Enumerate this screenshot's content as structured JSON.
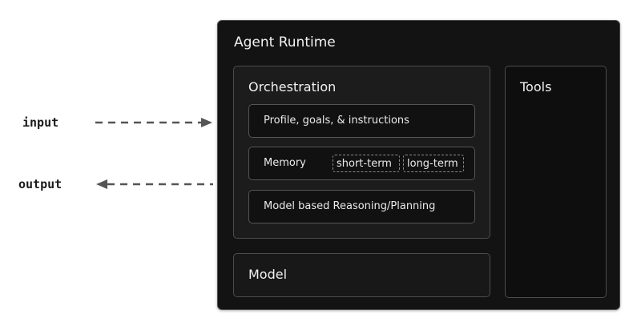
{
  "io": {
    "input_label": "input",
    "output_label": "output"
  },
  "runtime": {
    "title": "Agent Runtime",
    "orchestration": {
      "title": "Orchestration",
      "profile_label": "Profile, goals, & instructions",
      "memory": {
        "label": "Memory",
        "short_term": "short-term",
        "long_term": "long-term"
      },
      "reasoning_label": "Model based Reasoning/Planning"
    },
    "tools_title": "Tools",
    "model_title": "Model"
  },
  "colors": {
    "runtime_bg": "#131313",
    "panel_border": "#4c4c4c",
    "arrow": "#555555"
  }
}
